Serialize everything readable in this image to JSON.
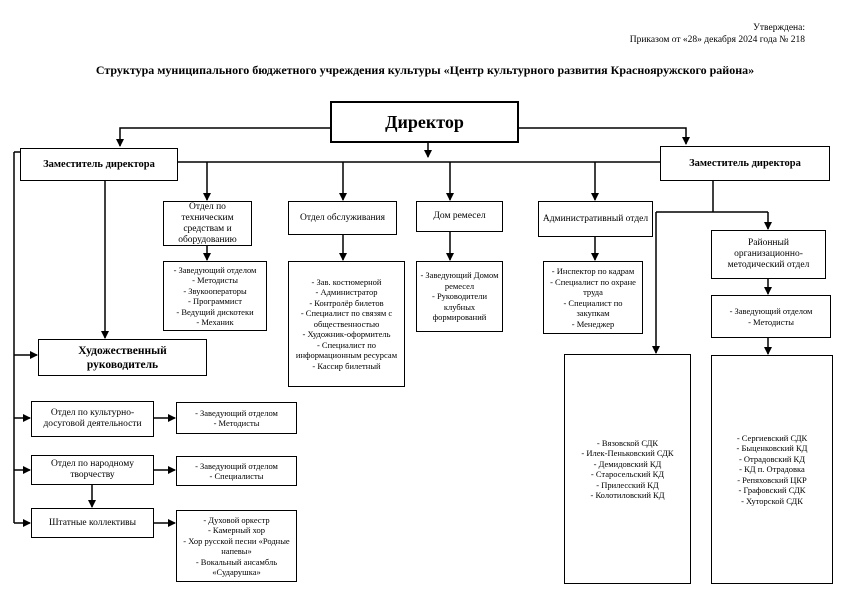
{
  "approval": {
    "line1": "Утверждена:",
    "line2": "Приказом от «28» декабря 2024 года № 218"
  },
  "title": "Структура муниципального бюджетного учреждения культуры «Центр культурного развития Краснояружского района»",
  "director": "Директор",
  "deputy_left": "Заместитель директора",
  "deputy_right": "Заместитель директора",
  "dept_tech": "Отдел по техническим средствам и оборудованию",
  "dept_service": "Отдел обслуживания",
  "dept_crafts": "Дом ремесел",
  "dept_admin": "Административный отдел",
  "dept_methodical": "Районный организационно-методический отдел",
  "art_director": "Художественный руководитель",
  "dept_leisure": "Отдел по культурно-досуговой деятельности",
  "dept_folk": "Отдел по народному творчеству",
  "staff_collectives": "Штатные коллективы",
  "tech_staff": [
    "- Заведующий отделом",
    "- Методисты",
    "- Звукооператоры",
    "- Программист",
    "- Ведущий дискотеки",
    "- Механик"
  ],
  "service_staff": [
    "- Зав. костюмерной",
    "- Администратор",
    "- Контролёр билетов",
    "- Специалист по связям с общественностью",
    "- Художник-оформитель",
    "- Специалист по информационным ресурсам",
    "- Кассир билетный"
  ],
  "crafts_staff": [
    "- Заведующий Домом ремесел",
    "- Руководители клубных формирований"
  ],
  "admin_staff": [
    "- Инспектор по кадрам",
    "- Специалист по охране труда",
    "- Специалист по закупкам",
    "- Менеджер"
  ],
  "methodical_staff": [
    "- Заведующий отделом",
    "- Методисты"
  ],
  "leisure_staff": [
    "- Заведующий отделом",
    "- Методисты"
  ],
  "folk_staff": [
    "- Заведующий отделом",
    "- Специалисты"
  ],
  "collectives": [
    "- Духовой оркестр",
    "- Камерный хор",
    "- Хор русской песни «Родные напевы»",
    "- Вокальный ансамбль «Сударушка»"
  ],
  "centers_left": [
    "- Вязовской СДК",
    "- Илек-Пеньковский СДК",
    "- Демидовский КД",
    "- Старосельский КД",
    "- Прилесский КД",
    "- Колотиловский КД"
  ],
  "centers_right": [
    "- Сергиевский СДК",
    "- Быценковский КД",
    "- Отрадовский КД",
    "- КД п. Отрадовка",
    "- Репяховский ЦКР",
    "- Графовский СДК",
    "- Хуторской СДК"
  ]
}
